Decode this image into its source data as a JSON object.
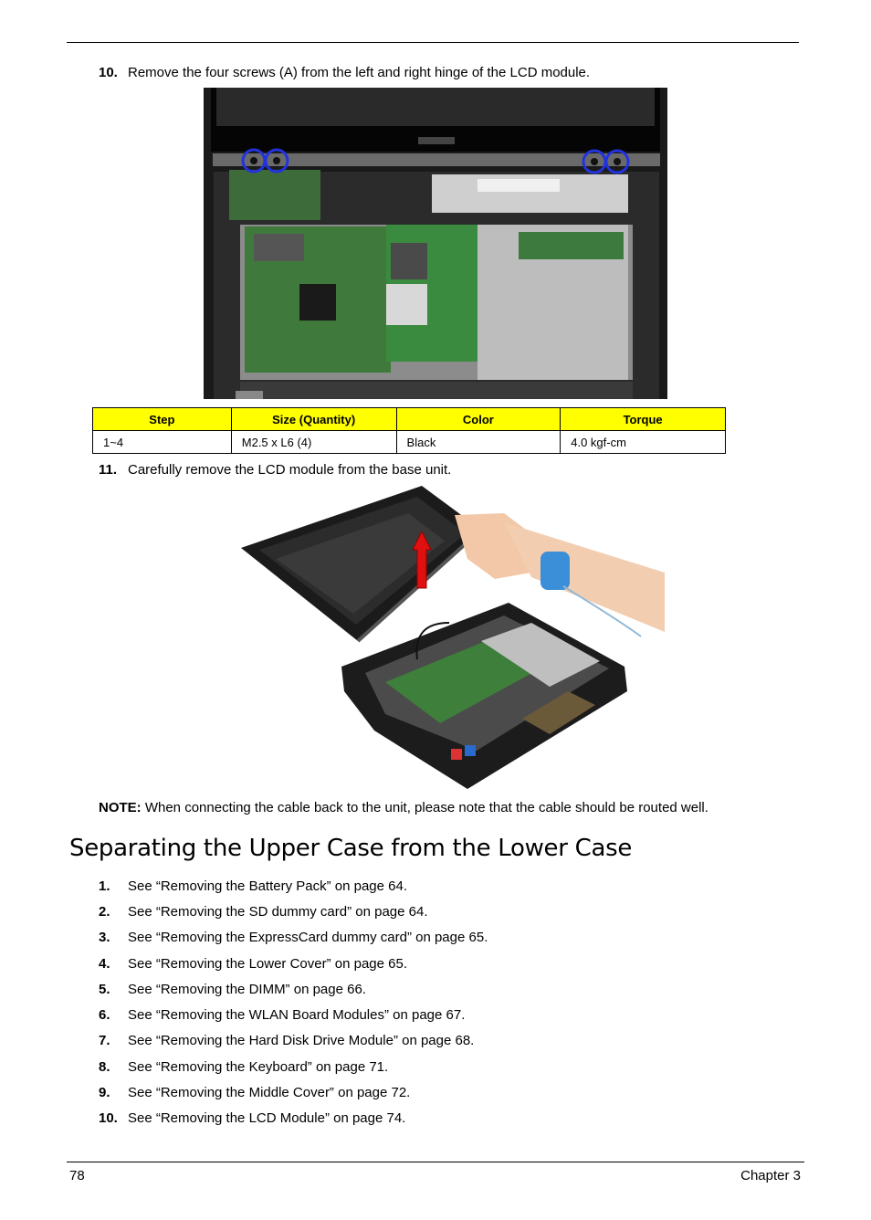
{
  "steps_top": [
    {
      "num": "10.",
      "text": "Remove the four screws (A) from the left and right hinge of the LCD module."
    },
    {
      "num": "11.",
      "text": "Carefully remove the LCD module from the base unit."
    }
  ],
  "screw_table": {
    "headers": [
      "Step",
      "Size (Quantity)",
      "Color",
      "Torque"
    ],
    "row": [
      "1~4",
      "M2.5 x L6 (4)",
      "Black",
      "4.0 kgf-cm"
    ]
  },
  "note": {
    "label": "NOTE:",
    "text": "When connecting the cable back to the unit, please note that the cable should be routed well."
  },
  "section_title": "Separating the Upper Case from the Lower Case",
  "steps_section": [
    {
      "num": "1.",
      "text": "See “Removing the Battery Pack” on page 64."
    },
    {
      "num": "2.",
      "text": "See “Removing the SD dummy card” on page 64."
    },
    {
      "num": "3.",
      "text": "See “Removing the ExpressCard dummy card” on page 65."
    },
    {
      "num": "4.",
      "text": "See “Removing the Lower Cover” on page 65."
    },
    {
      "num": "5.",
      "text": "See “Removing the DIMM” on page 66."
    },
    {
      "num": "6.",
      "text": "See “Removing the WLAN Board Modules” on page 67."
    },
    {
      "num": "7.",
      "text": "See “Removing the Hard Disk Drive Module” on page 68."
    },
    {
      "num": "8.",
      "text": "See “Removing the Keyboard” on page 71."
    },
    {
      "num": "9.",
      "text": "See “Removing the Middle Cover” on page 72."
    },
    {
      "num": "10.",
      "text": "See “Removing the LCD Module” on page 74."
    }
  ],
  "footer": {
    "page": "78",
    "chapter": "Chapter 3"
  },
  "colors": {
    "table_header": "#ffff00",
    "screw_circle": "#2233dd",
    "arrow": "#e01010"
  }
}
